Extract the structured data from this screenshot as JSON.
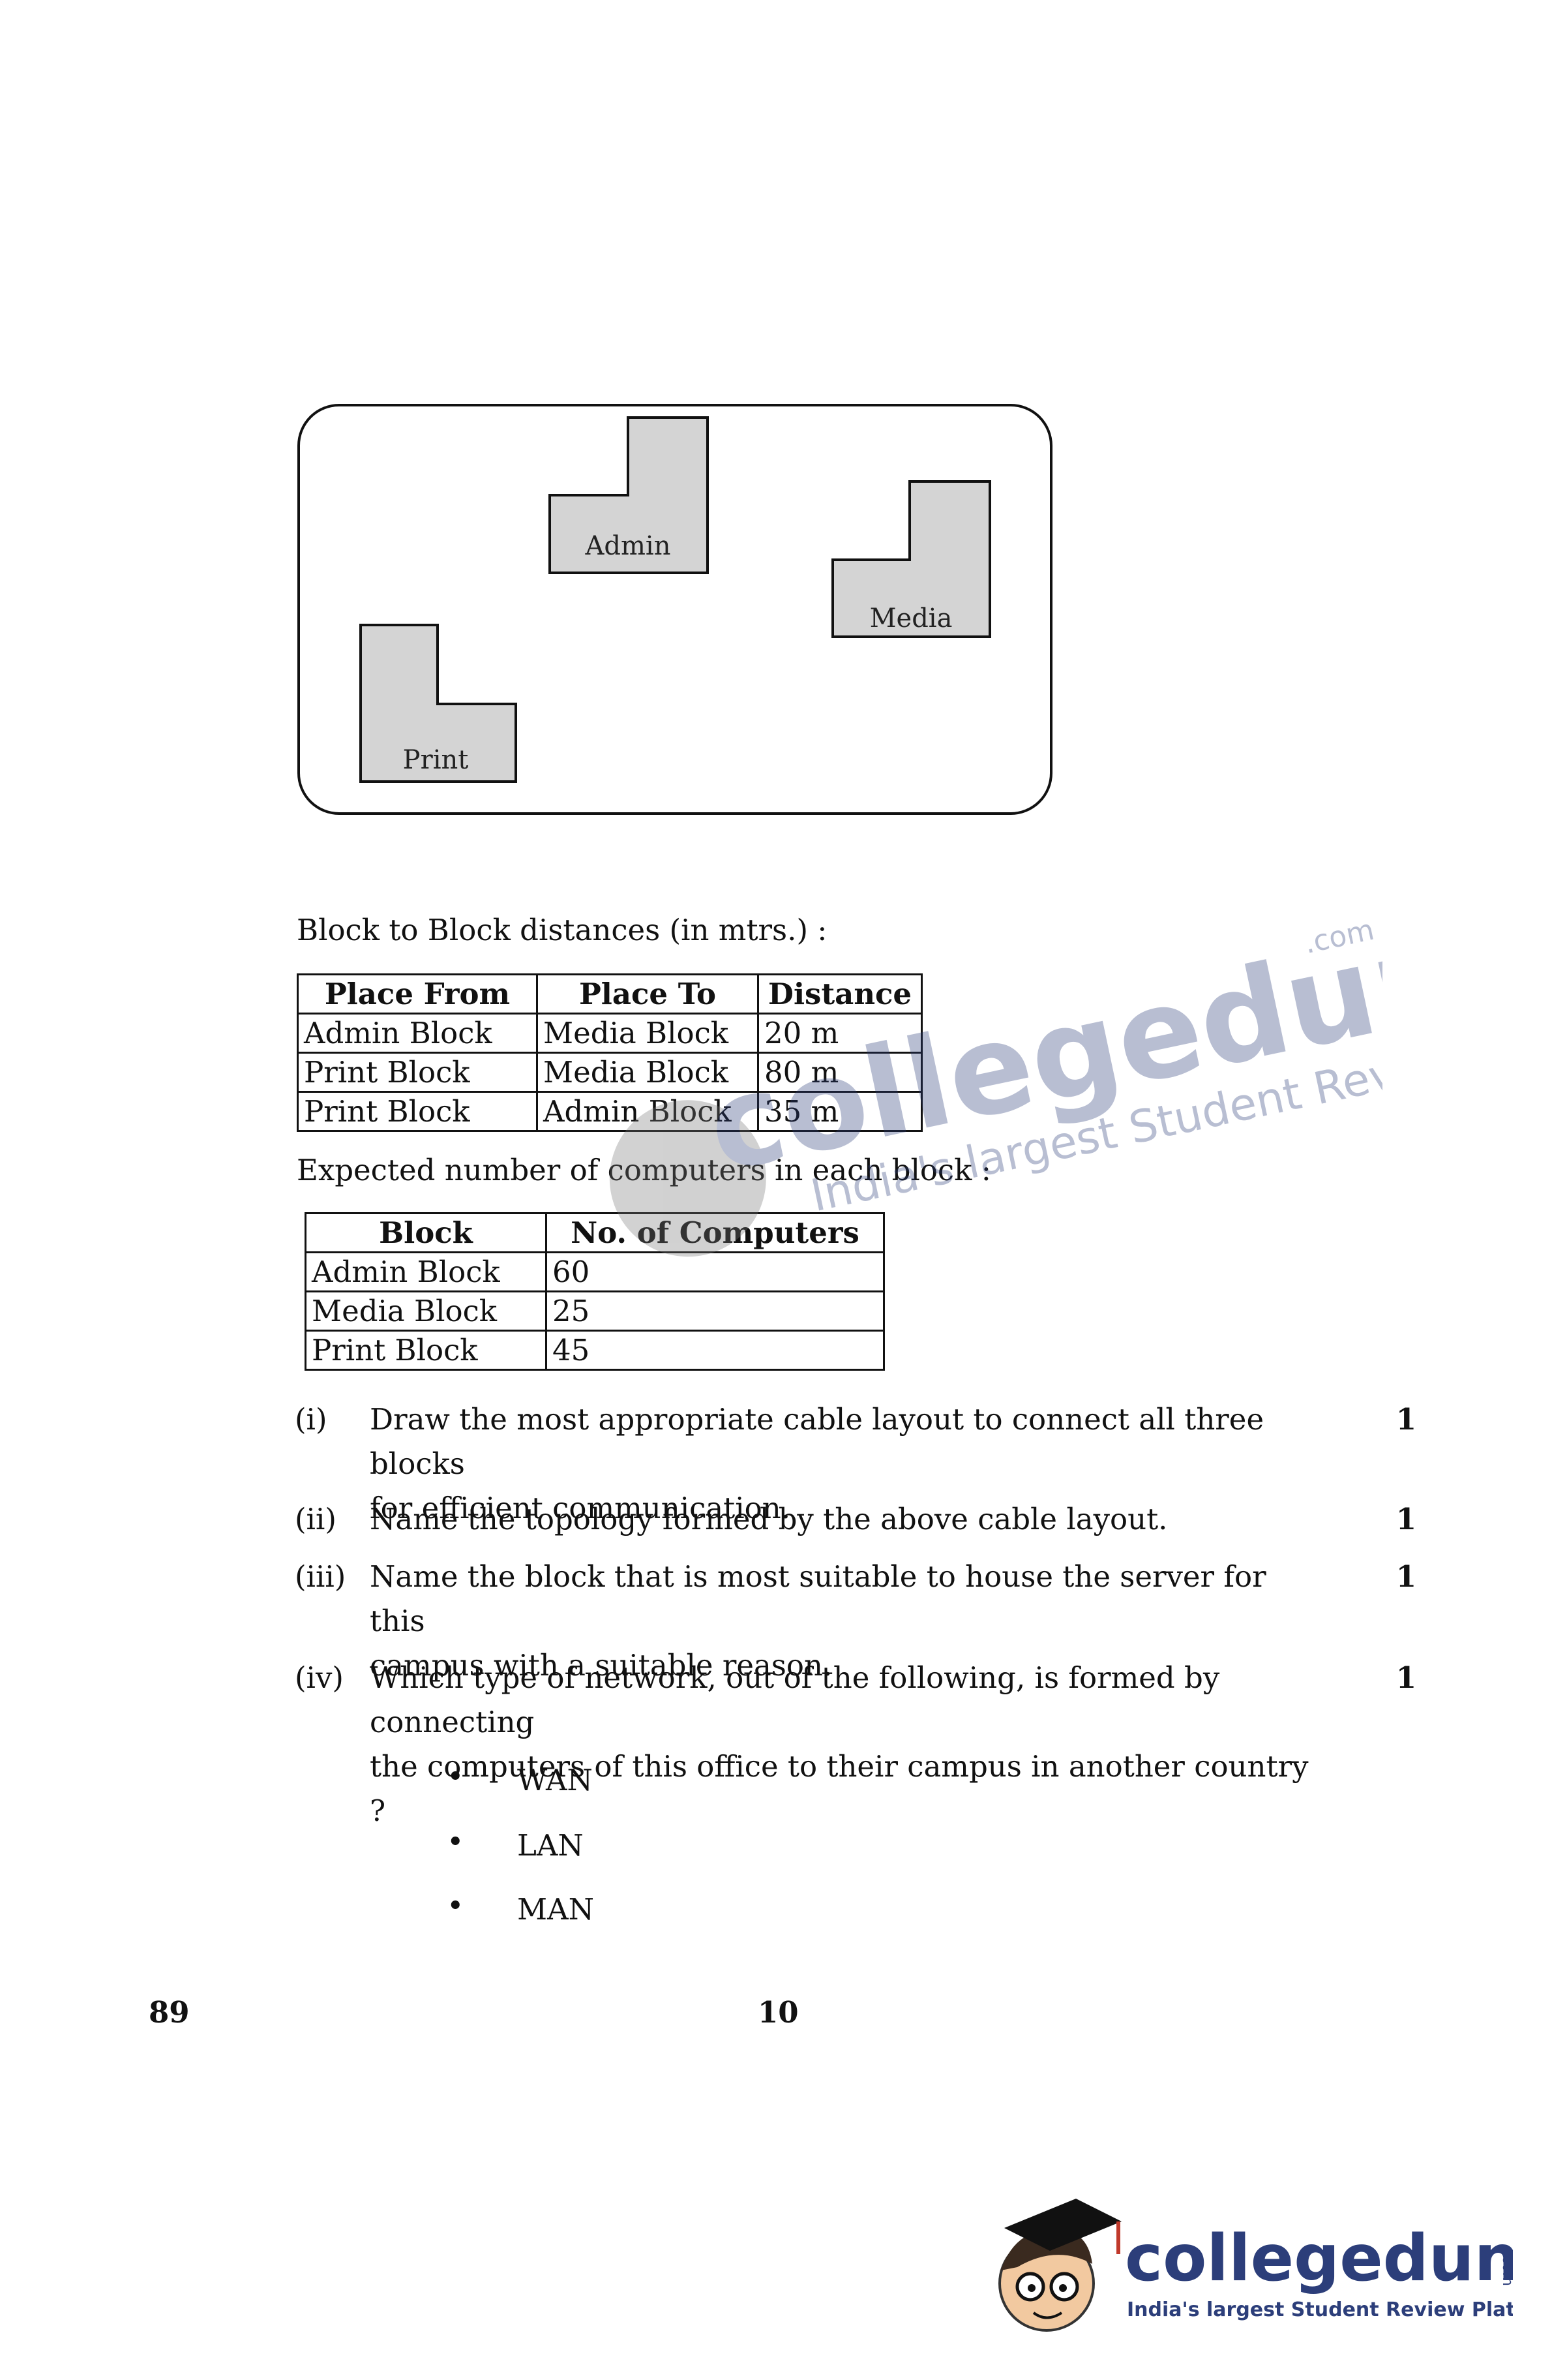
{
  "diagram": {
    "blocks": [
      "Admin",
      "Media",
      "Print"
    ]
  },
  "distances": {
    "heading": "Block to Block distances (in mtrs.) :",
    "columns": [
      "Place From",
      "Place To",
      "Distance"
    ],
    "rows": [
      [
        "Admin Block",
        "Media Block",
        "20 m"
      ],
      [
        "Print Block",
        "Media Block",
        "80 m"
      ],
      [
        "Print Block",
        "Admin Block",
        "35 m"
      ]
    ]
  },
  "computers": {
    "heading": "Expected number of computers in each block :",
    "columns": [
      "Block",
      "No. of Computers"
    ],
    "rows": [
      [
        "Admin Block",
        "60"
      ],
      [
        "Media Block",
        "25"
      ],
      [
        "Print Block",
        "45"
      ]
    ]
  },
  "questions": [
    {
      "num": "(i)",
      "line1": "Draw the most appropriate cable layout to connect all three blocks",
      "line2": "for efficient communication.",
      "marks": "1"
    },
    {
      "num": "(ii)",
      "line1": "Name the topology formed by the above cable layout.",
      "line2": "",
      "marks": "1"
    },
    {
      "num": "(iii)",
      "line1": "Name the block that is most suitable to house the server for this",
      "line2": "campus with a suitable reason.",
      "marks": "1"
    },
    {
      "num": "(iv)",
      "line1": "Which type of network, out of the following, is formed by connecting",
      "line2": "the computers of this office to their campus in another country ?",
      "marks": "1"
    }
  ],
  "options": [
    "WAN",
    "LAN",
    "MAN"
  ],
  "footer": {
    "left": "89",
    "center": "10"
  },
  "branding": {
    "watermark_name": "collegedunia",
    "watermark_tld": ".com",
    "watermark_tagline": "India's largest Student Review Platform",
    "logo_name": "collegedunia",
    "logo_tld": ".com",
    "logo_tagline": "India's largest Student Review Platform",
    "accent": "#2c3e7a"
  }
}
